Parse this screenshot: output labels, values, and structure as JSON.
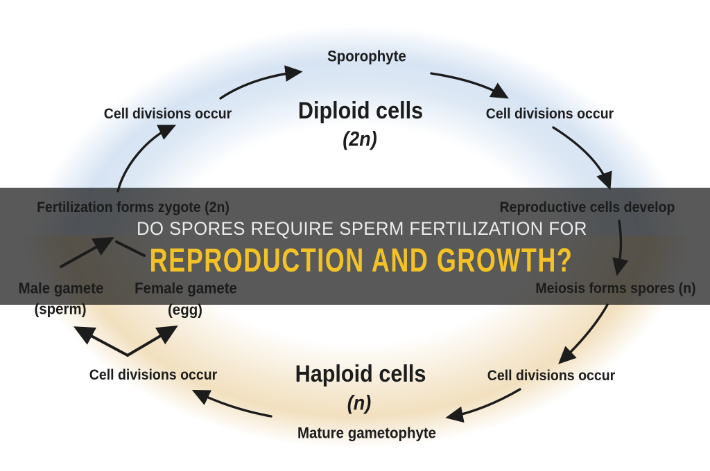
{
  "banner": {
    "line1": "DO SPORES REQUIRE SPERM FERTILIZATION FOR",
    "line2": "REPRODUCTION AND GROWTH?",
    "background_color": "#5b5b5b",
    "line1_color": "#ececec",
    "line2_color": "#f3c226"
  },
  "cycle": {
    "top_phase": {
      "title": "Diploid cells",
      "ploidy": "(2n)"
    },
    "bottom_phase": {
      "title": "Haploid cells",
      "ploidy": "(n)"
    },
    "stages": {
      "sporophyte": "Sporophyte",
      "cell_divisions_top_left": "Cell divisions occur",
      "cell_divisions_top_right": "Cell divisions occur",
      "reproductive_cells": "Reproductive cells develop",
      "meiosis": "Meiosis forms spores (n)",
      "cell_divisions_bottom_right": "Cell divisions occur",
      "mature_gametophyte": "Mature gametophyte",
      "cell_divisions_bottom_left": "Cell divisions occur",
      "male_gamete": "Male gamete",
      "male_gamete_sub": "(sperm)",
      "female_gamete": "Female gamete",
      "female_gamete_sub": "(egg)",
      "fertilization": "Fertilization forms zygote (2n)"
    },
    "colors": {
      "diploid_band": "#d7e4f3",
      "haploid_band": "#f2e0bf",
      "arrow": "#1c1c1c",
      "label": "#1c1c1c"
    }
  }
}
